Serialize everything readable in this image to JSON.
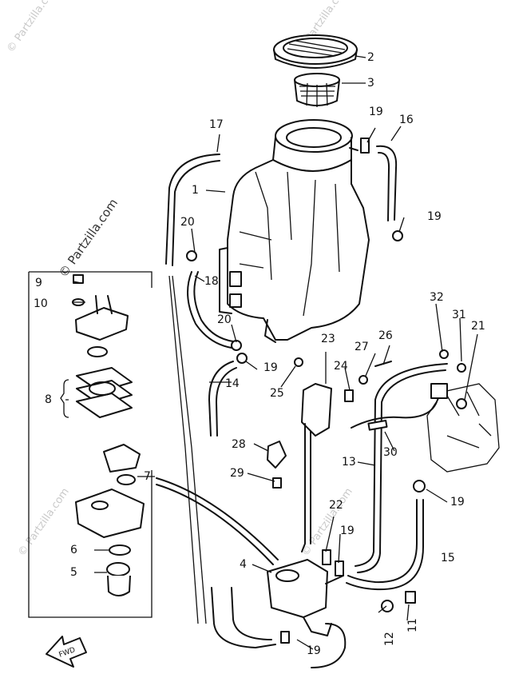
{
  "watermark": "© Partzilla.com",
  "fwd_label": "FWD",
  "callouts": {
    "c1": "1",
    "c2": "2",
    "c3": "3",
    "c4": "4",
    "c5": "5",
    "c6": "6",
    "c7": "7",
    "c8": "8",
    "c9": "9",
    "c10": "10",
    "c11": "11",
    "c12": "12",
    "c13": "13",
    "c14": "14",
    "c15": "15",
    "c16": "16",
    "c17": "17",
    "c18": "18",
    "c19": "19",
    "c20": "20",
    "c21": "21",
    "c22": "22",
    "c23": "23",
    "c24": "24",
    "c25": "25",
    "c26": "26",
    "c27": "27",
    "c28": "28",
    "c29": "29",
    "c30": "30",
    "c31": "31",
    "c32": "32"
  }
}
